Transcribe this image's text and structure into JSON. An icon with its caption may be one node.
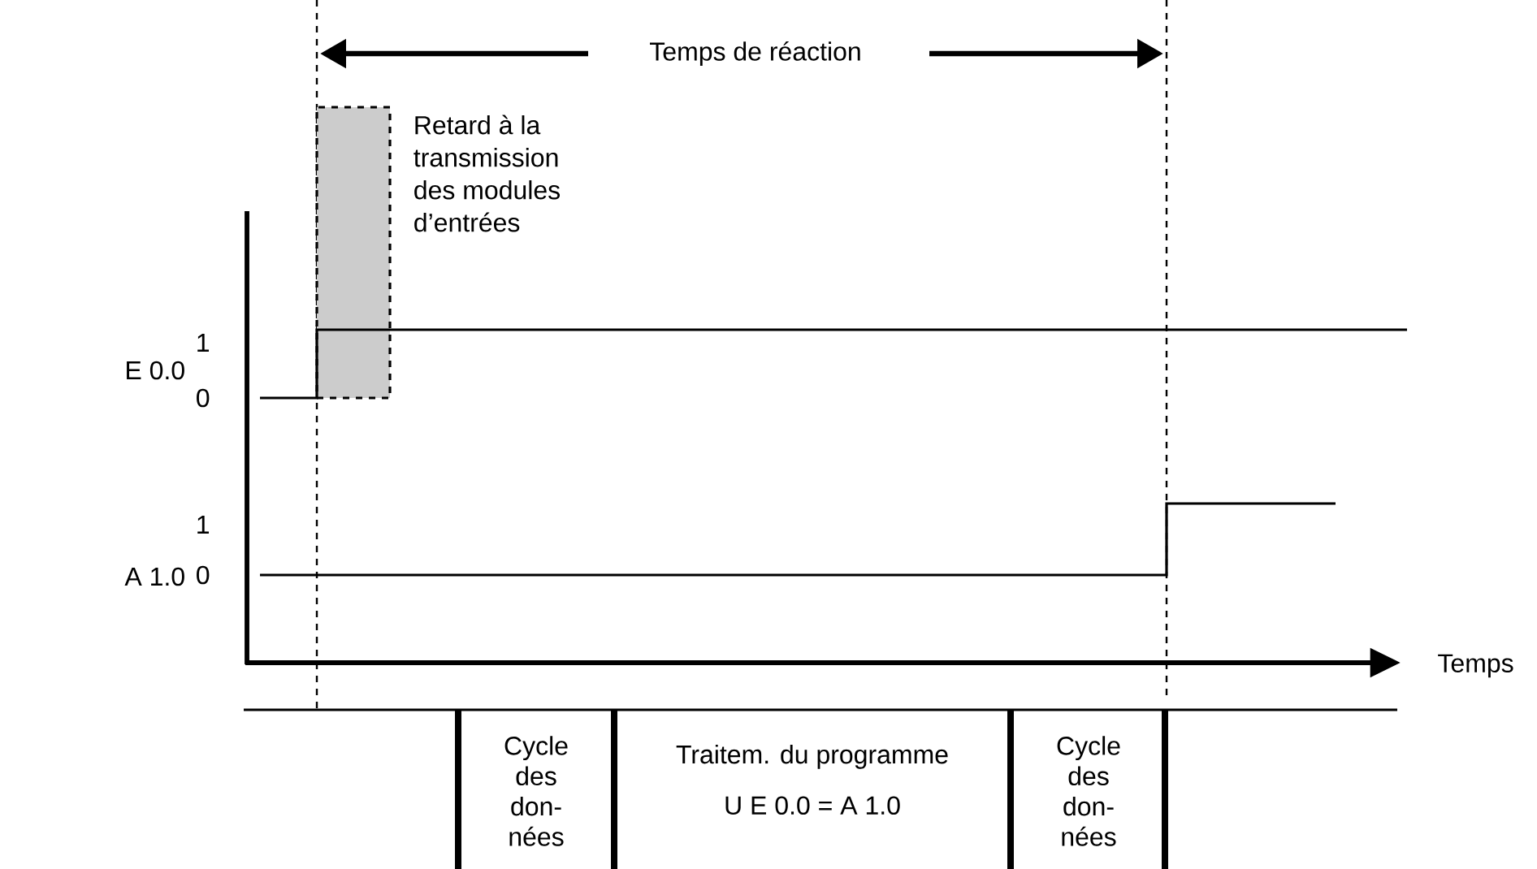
{
  "diagram": {
    "nodes": [
      {
        "text": [],
        "shape": "box",
        "beside": [
          "Retard à la transmission des modules d’entrées"
        ]
      },
      {
        "text": [
          "Cycle des don- nées"
        ]
      },
      {
        "text": [
          "Traitem. du programme",
          "U E 0.0 = A 1.0"
        ]
      },
      {
        "text": [
          "Cycle des don- nées"
        ]
      }
    ],
    "labels": [
      "Temps de réaction",
      "E 0.0",
      "1",
      "0",
      "A 1.0",
      "1",
      "0",
      "Temps"
    ]
  }
}
